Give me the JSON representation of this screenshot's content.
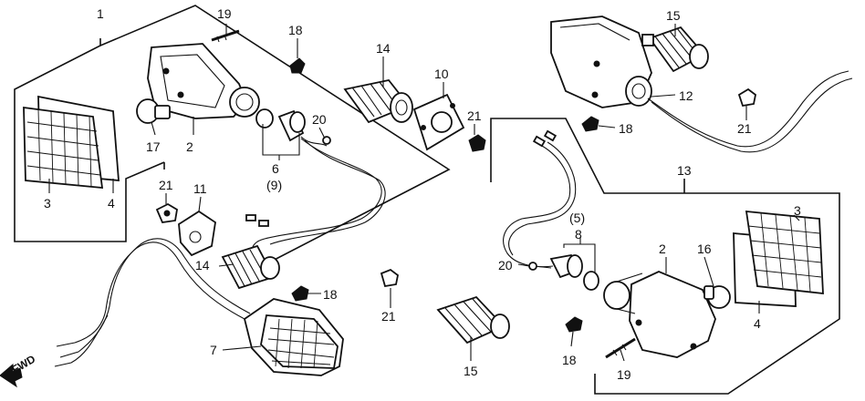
{
  "diagram": {
    "fwd_label": "FWD",
    "callouts": {
      "c1": "1",
      "c2a": "2",
      "c3a": "3",
      "c4a": "4",
      "c6": "6",
      "c9": "(9)",
      "c7": "7",
      "c10": "10",
      "c11": "11",
      "c12": "12",
      "c13": "13",
      "c14a": "14",
      "c14b": "14",
      "c15a": "15",
      "c15b": "15",
      "c16": "16",
      "c17": "17",
      "c18a": "18",
      "c18b": "18",
      "c18c": "18",
      "c18d": "18",
      "c19a": "19",
      "c19b": "19",
      "c20a": "20",
      "c20b": "20",
      "c21a": "21",
      "c21b": "21",
      "c21c": "21",
      "c21d": "21",
      "c2b": "2",
      "c3b": "3",
      "c4b": "4",
      "c5": "(5)",
      "c8": "8"
    }
  }
}
